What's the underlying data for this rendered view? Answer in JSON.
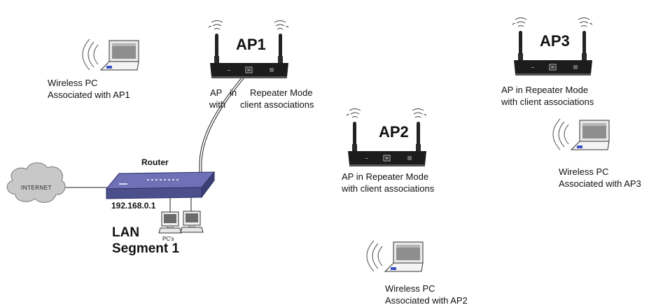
{
  "internet": {
    "label": "INTERNET"
  },
  "router": {
    "label": "Router",
    "ip": "192.168.0.1"
  },
  "lan": {
    "line1": "LAN",
    "line2": "Segment 1",
    "pcs_label": "PC's"
  },
  "ap1": {
    "name": "AP1",
    "desc_line1_a": "AP",
    "desc_line1_b": "in",
    "desc_line1_c": "Repeater Mode",
    "desc_line2_a": "with",
    "desc_line2_b": "client associations"
  },
  "ap2": {
    "name": "AP2",
    "desc_line1": "AP in Repeater Mode",
    "desc_line2": "with client associations"
  },
  "ap3": {
    "name": "AP3",
    "desc_line1": "AP in Repeater Mode",
    "desc_line2": "with client associations"
  },
  "wpc1": {
    "line1": "Wireless PC",
    "line2": "Associated with AP1"
  },
  "wpc2": {
    "line1": "Wireless PC",
    "line2": "Associated with AP2"
  },
  "wpc3": {
    "line1": "Wireless PC",
    "line2": "Associated with AP3"
  },
  "colors": {
    "ap_body": "#1c1c1c",
    "router": "#4b4f8c",
    "cloud": "#c8c8c8",
    "laptop_screen": "#8e8e8e"
  }
}
